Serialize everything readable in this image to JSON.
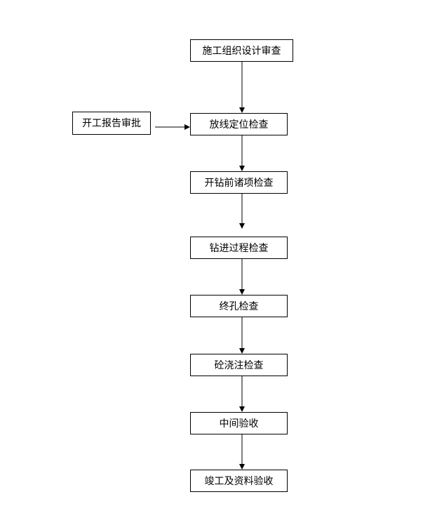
{
  "flowchart": {
    "steps": [
      "施工组织设计审查",
      "放线定位检查",
      "开钻前诸项检查",
      "钻进过程检查",
      "终孔检查",
      "砼浇注检查",
      "中间验收",
      "竣工及资料验收"
    ],
    "side_input": "开工报告审批"
  }
}
